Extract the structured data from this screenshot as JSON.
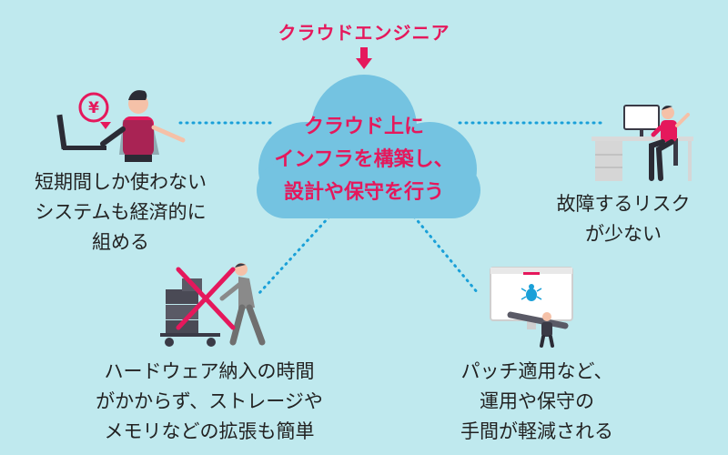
{
  "diagram": {
    "top_label": "クラウドエンジニア",
    "center_lines": [
      "クラウド上に",
      "インフラを構築し、",
      "設計や保守を行う"
    ],
    "left_caption": [
      "短期間しか使わない",
      "システムも経済的に",
      "組める"
    ],
    "right_caption": [
      "故障するリスク",
      "が少ない"
    ],
    "bottom_left_caption": [
      "ハードウェア納入の時間",
      "がかからず、ストレージや",
      "メモリなどの拡張も簡単"
    ],
    "bottom_right_caption": [
      "パッチ適用など、",
      "運用や保守の",
      "手間が軽減される"
    ],
    "yen_symbol": "¥",
    "colors": {
      "background": "#bfe9ee",
      "cloud": "#74c3e1",
      "accent": "#e5185c",
      "connector": "#1aa0d8"
    },
    "icons": [
      "down-arrow-icon",
      "person-laptop-yen-icon",
      "person-desk-icon",
      "person-cart-icon",
      "x-mark-icon",
      "monitor-bug-icon"
    ]
  }
}
